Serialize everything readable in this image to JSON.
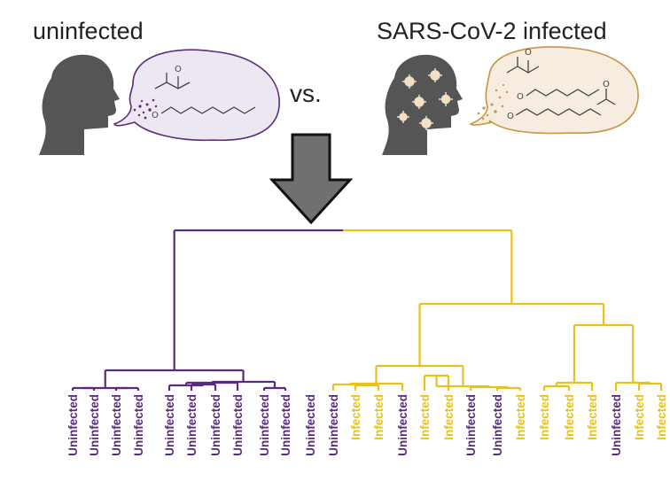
{
  "titles": {
    "left": "uninfected",
    "right": "SARS-CoV-2 infected",
    "vs": "vs."
  },
  "colors": {
    "uninfected": "#5a2a7c",
    "infected": "#e8c21b",
    "arrow": "#707070",
    "bubble_left": "#ece7f1",
    "bubble_right": "#f6ece0"
  },
  "icons": [
    "child-head-silhouette-icon",
    "thought-bubble-icon",
    "molecule-icon",
    "virus-icon",
    "down-arrow-icon"
  ],
  "leaves": [
    {
      "label": "Uninfected",
      "group": "uninfected"
    },
    {
      "label": "Uninfected",
      "group": "uninfected"
    },
    {
      "label": "Uninfected",
      "group": "uninfected"
    },
    {
      "label": "Uninfected",
      "group": "uninfected"
    },
    {
      "label": "Uninfected",
      "group": "uninfected"
    },
    {
      "label": "Uninfected",
      "group": "uninfected"
    },
    {
      "label": "Uninfected",
      "group": "uninfected"
    },
    {
      "label": "Uninfected",
      "group": "uninfected"
    },
    {
      "label": "Uninfected",
      "group": "uninfected"
    },
    {
      "label": "Uninfected",
      "group": "uninfected"
    },
    {
      "label": "Uninfected",
      "group": "uninfected"
    },
    {
      "label": "Uninfected",
      "group": "infected"
    },
    {
      "label": "Infected",
      "group": "infected"
    },
    {
      "label": "Infected",
      "group": "infected"
    },
    {
      "label": "Uninfected",
      "group": "infected"
    },
    {
      "label": "Infected",
      "group": "infected"
    },
    {
      "label": "Infected",
      "group": "infected"
    },
    {
      "label": "Uninfected",
      "group": "infected"
    },
    {
      "label": "Uninfected",
      "group": "infected"
    },
    {
      "label": "Infected",
      "group": "infected"
    },
    {
      "label": "Infected",
      "group": "infected"
    },
    {
      "label": "Infected",
      "group": "infected"
    },
    {
      "label": "Infected",
      "group": "infected"
    },
    {
      "label": "Uninfected",
      "group": "infected"
    },
    {
      "label": "Infected",
      "group": "infected"
    },
    {
      "label": "Infected",
      "group": "infected"
    }
  ]
}
